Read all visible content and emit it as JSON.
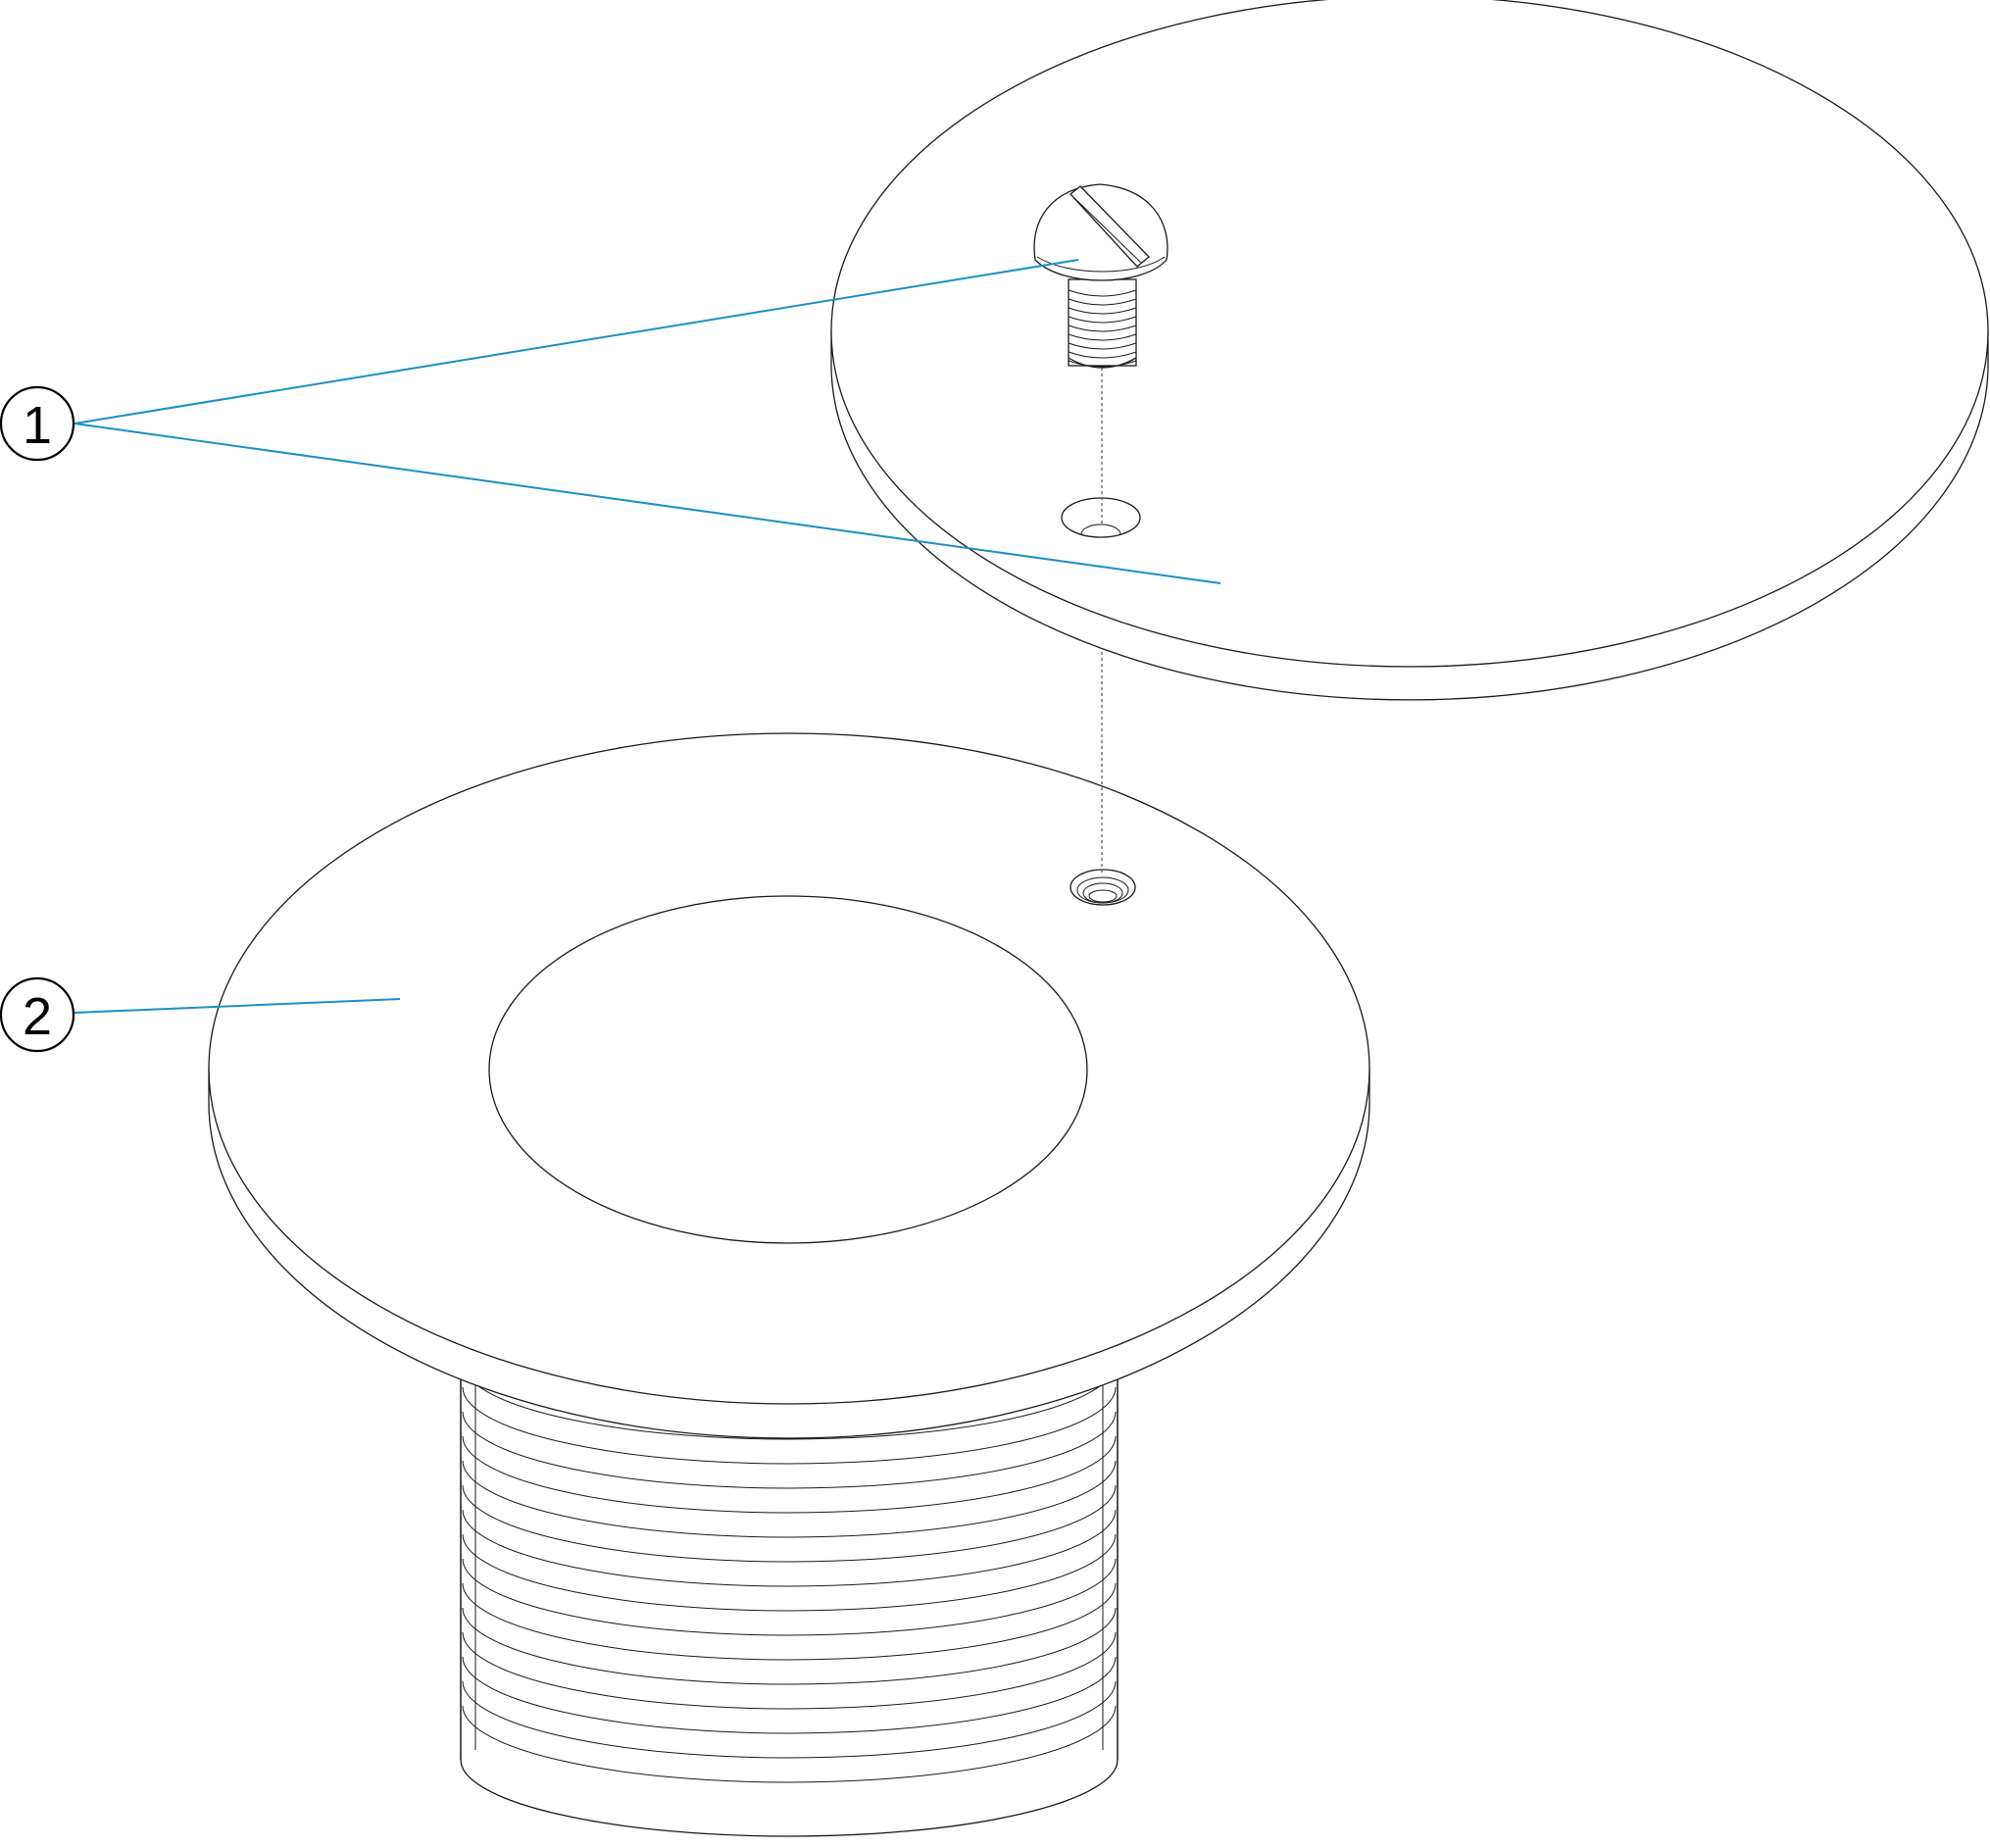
{
  "diagram": {
    "type": "exploded-parts-drawing",
    "leader_color": "#1a8fc8",
    "line_color": "#1a1a1a",
    "callouts": [
      {
        "id": "callout-1",
        "label": "1",
        "refers_to": [
          "screw",
          "cover-plate"
        ]
      },
      {
        "id": "callout-2",
        "label": "2",
        "refers_to": [
          "threaded-flange-body"
        ]
      }
    ],
    "parts": [
      {
        "name": "screw",
        "depicts": "slotted-head-screw"
      },
      {
        "name": "cover-plate",
        "depicts": "round-cover-disc"
      },
      {
        "name": "threaded-flange-body",
        "depicts": "flanged-threaded-fitting"
      }
    ]
  }
}
